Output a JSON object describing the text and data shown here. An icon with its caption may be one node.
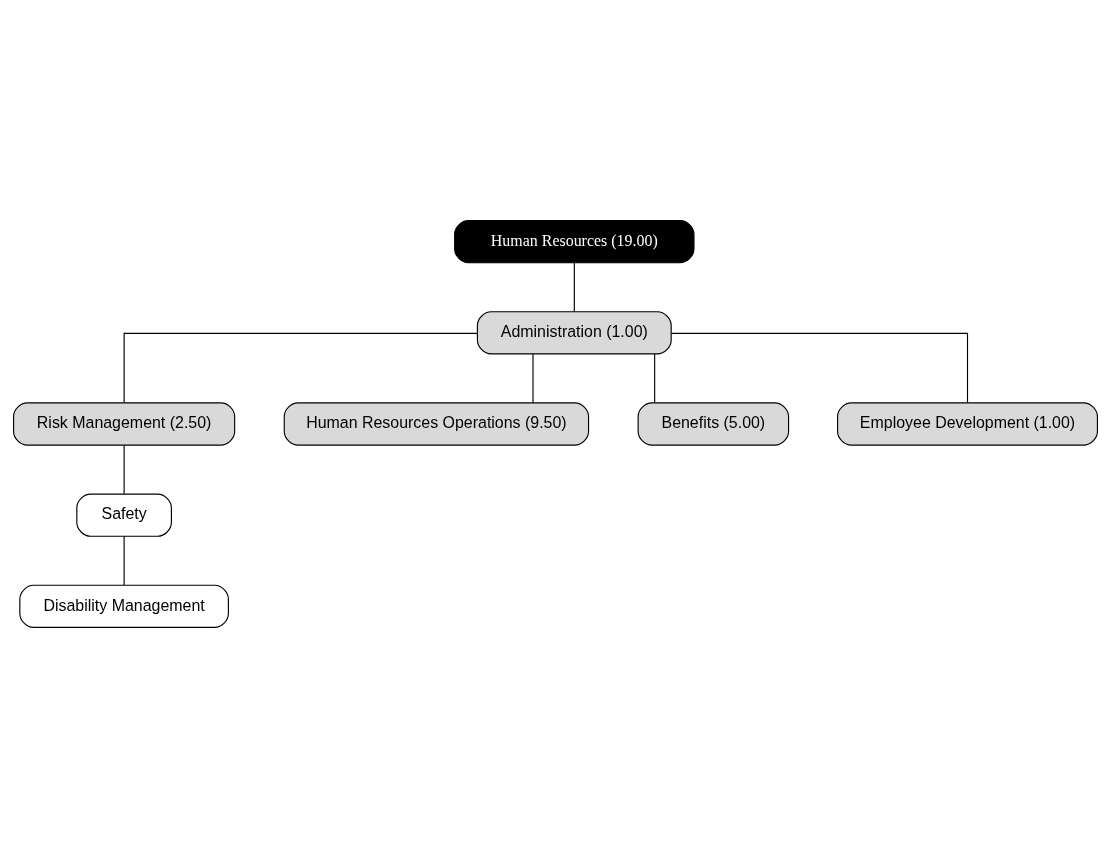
{
  "diagram": {
    "nodes": [
      {
        "text": [
          "Human Resources (19.00)"
        ]
      },
      {
        "text": [
          "Administration (1.00)"
        ]
      },
      {
        "text": [
          "Risk Management (2.50)"
        ]
      },
      {
        "text": [
          "Human Resources Operations (9.50)"
        ]
      },
      {
        "text": [
          "Safety"
        ]
      },
      {
        "text": [
          "Disability Management"
        ]
      },
      {
        "text": [
          "Benefits (5.00)"
        ]
      },
      {
        "text": [
          "Employee Development (1.00)"
        ]
      }
    ],
    "edges": [
      {
        "from": 0,
        "to": 1,
        "arrow": "none"
      },
      {
        "from": 1,
        "to": 2,
        "arrow": "none"
      },
      {
        "from": 1,
        "to": 3,
        "arrow": "none"
      },
      {
        "from": 1,
        "to": 6,
        "arrow": "none"
      },
      {
        "from": 1,
        "to": 7,
        "arrow": "none"
      },
      {
        "from": 2,
        "to": 4,
        "arrow": "none"
      },
      {
        "from": 4,
        "to": 5,
        "arrow": "none"
      }
    ]
  }
}
